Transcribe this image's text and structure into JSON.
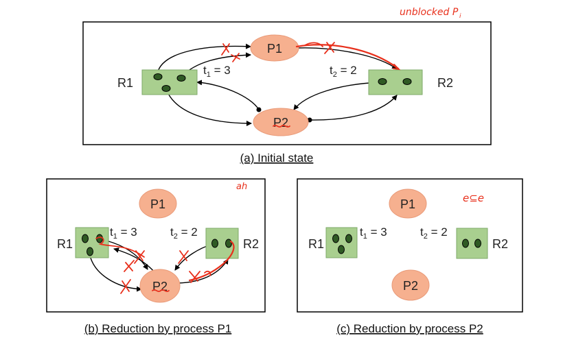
{
  "panels": {
    "a": {
      "caption": "(a) Initial state",
      "processes": {
        "p1": "P1",
        "p2": "P2"
      },
      "resources": {
        "r1": "R1",
        "r2": "R2"
      },
      "t1": {
        "base": "t",
        "sub": "1",
        "rest": " = 3"
      },
      "t2": {
        "base": "t",
        "sub": "2",
        "rest": " = 2"
      },
      "annotation": "unblocked P"
    },
    "b": {
      "caption": "(b) Reduction by process P1",
      "processes": {
        "p1": "P1",
        "p2": "P2"
      },
      "resources": {
        "r1": "R1",
        "r2": "R2"
      },
      "t1": {
        "base": "t",
        "sub": "1",
        "rest": " = 3"
      },
      "t2": {
        "base": "t",
        "sub": "2",
        "rest": " = 2"
      },
      "annotation": "ah"
    },
    "c": {
      "caption": "(c) Reduction by process P2",
      "processes": {
        "p1": "P1",
        "p2": "P2"
      },
      "resources": {
        "r1": "R1",
        "r2": "R2"
      },
      "t1": {
        "base": "t",
        "sub": "1",
        "rest": " = 3"
      },
      "t2": {
        "base": "t",
        "sub": "2",
        "rest": " = 2"
      },
      "annotation": "e⊆e"
    }
  },
  "colors": {
    "process_fill": "#f6b08f",
    "resource_fill": "#a9cf8f",
    "resource_stroke": "#7ea86a",
    "token_fill": "#2f5a24",
    "ink": "#e8301c"
  }
}
